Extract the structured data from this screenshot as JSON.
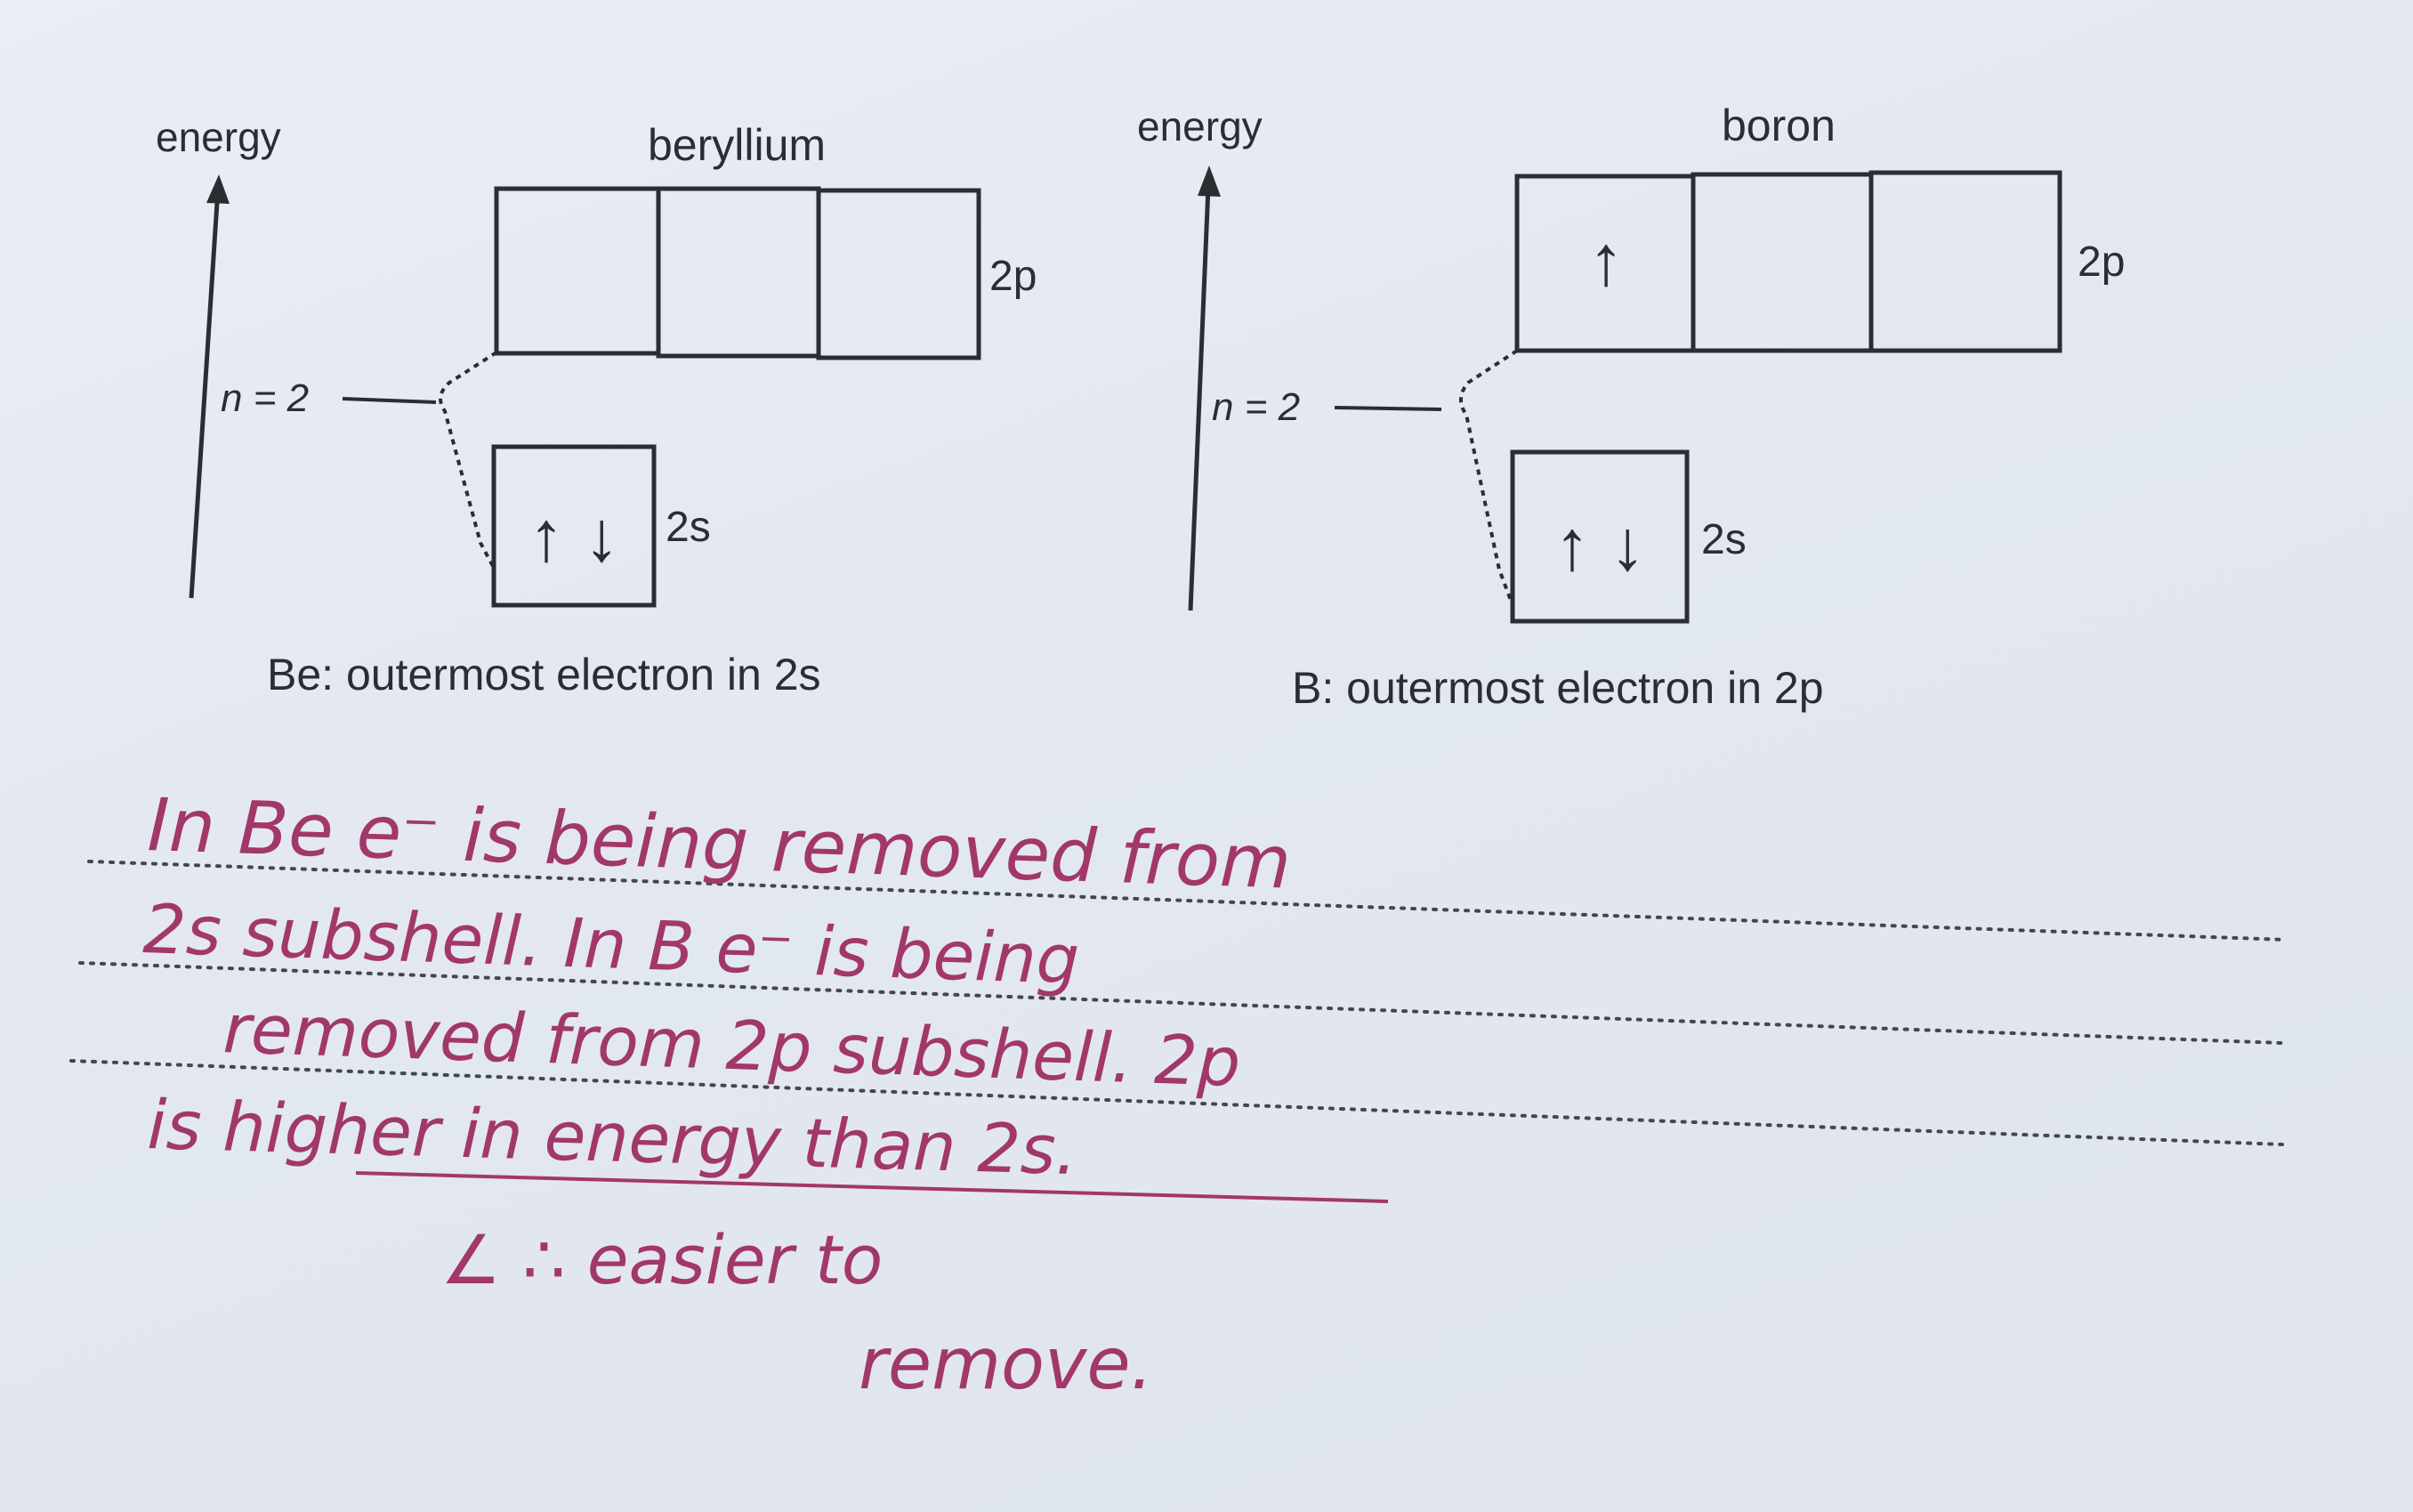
{
  "beryllium": {
    "energy_label": "energy",
    "element_label": "beryllium",
    "level_label": "n = 2",
    "p_label": "2p",
    "s_label": "2s",
    "s_electrons": "↑ ↓",
    "caption": "Be: outermost electron in 2s"
  },
  "boron": {
    "energy_label": "energy",
    "element_label": "boron",
    "level_label": "n = 2",
    "p_label": "2p",
    "p_electron": "↑",
    "s_label": "2s",
    "s_electrons": "↑ ↓",
    "caption": "B: outermost electron in 2p"
  },
  "handwriting": {
    "line1": "In Be e⁻ is being removed from",
    "line2": "2s subshell. In B e⁻ is being",
    "line3": "removed from 2p subshell. 2p",
    "line4": "is higher in energy than 2s.",
    "line5": "∠ ∴ easier to",
    "line6": "remove."
  }
}
